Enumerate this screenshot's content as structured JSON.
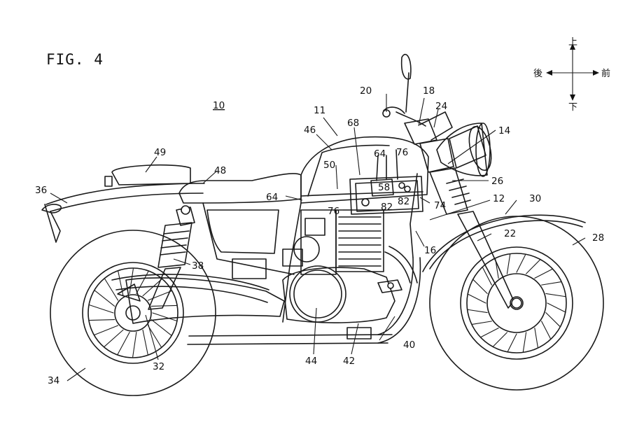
{
  "figure": {
    "title": "FIG. 4",
    "main_ref": "10"
  },
  "orientation": {
    "up": "上",
    "down": "下",
    "rear": "後",
    "front": "前"
  },
  "reference_numerals": [
    "11",
    "12",
    "14",
    "16",
    "18",
    "20",
    "22",
    "24",
    "26",
    "28",
    "30",
    "32",
    "34",
    "36",
    "38",
    "40",
    "42",
    "44",
    "46",
    "48",
    "49",
    "50",
    "58",
    "64",
    "64",
    "68",
    "74",
    "76",
    "76",
    "82",
    "82"
  ],
  "colors": {
    "line": "#1a1a1a",
    "background": "#ffffff"
  }
}
